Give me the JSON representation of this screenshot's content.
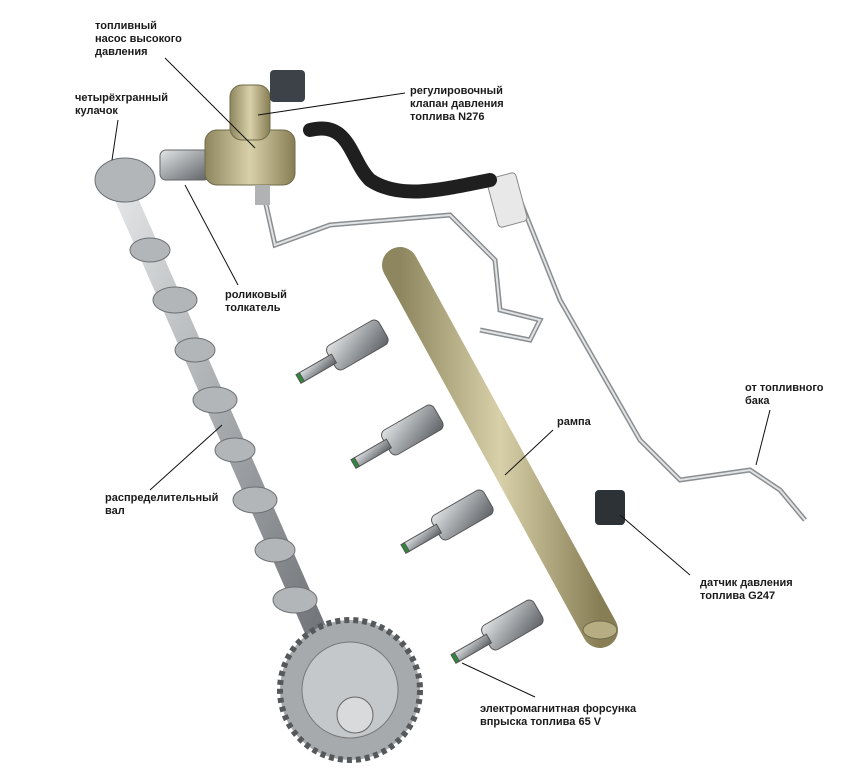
{
  "labels": {
    "pump": [
      "топливный",
      "насос высокого",
      "давления"
    ],
    "cam": [
      "четырёхгранный",
      "кулачок"
    ],
    "valve": [
      "регулировочный",
      "клапан давления",
      "топлива N276"
    ],
    "roller": [
      "роликовый",
      "толкатель"
    ],
    "tank": [
      "от топливного",
      "бака"
    ],
    "rail": [
      "рампа"
    ],
    "camshaft": [
      "распределительный",
      "вал"
    ],
    "sensor": [
      "датчик давления",
      "топлива G247"
    ],
    "injector": [
      "электромагнитная форсунка",
      "впрыска топлива 65 V"
    ]
  },
  "colors": {
    "rail": "#b9b08a",
    "hose": "#222222",
    "metal": "#a9acae",
    "text": "#1a1a1a"
  }
}
